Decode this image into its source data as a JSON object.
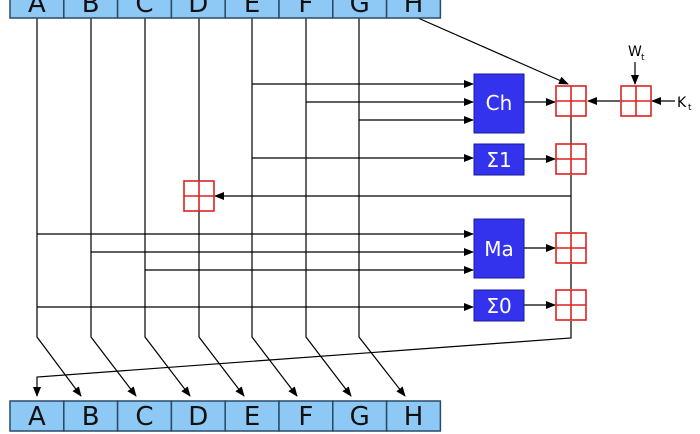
{
  "registers_top": [
    "A",
    "B",
    "C",
    "D",
    "E",
    "F",
    "G",
    "H"
  ],
  "registers_bottom": [
    "A",
    "B",
    "C",
    "D",
    "E",
    "F",
    "G",
    "H"
  ],
  "functions": {
    "ch": "Ch",
    "sigma1": "Σ1",
    "ma": "Ma",
    "sigma0": "Σ0"
  },
  "inputs": {
    "w": "W",
    "w_sub": "t",
    "k": "K",
    "k_sub": "t"
  },
  "colors": {
    "register_fill": "#8ec8f4",
    "function_fill": "#3333ee",
    "adder_stroke": "#dd2222"
  }
}
